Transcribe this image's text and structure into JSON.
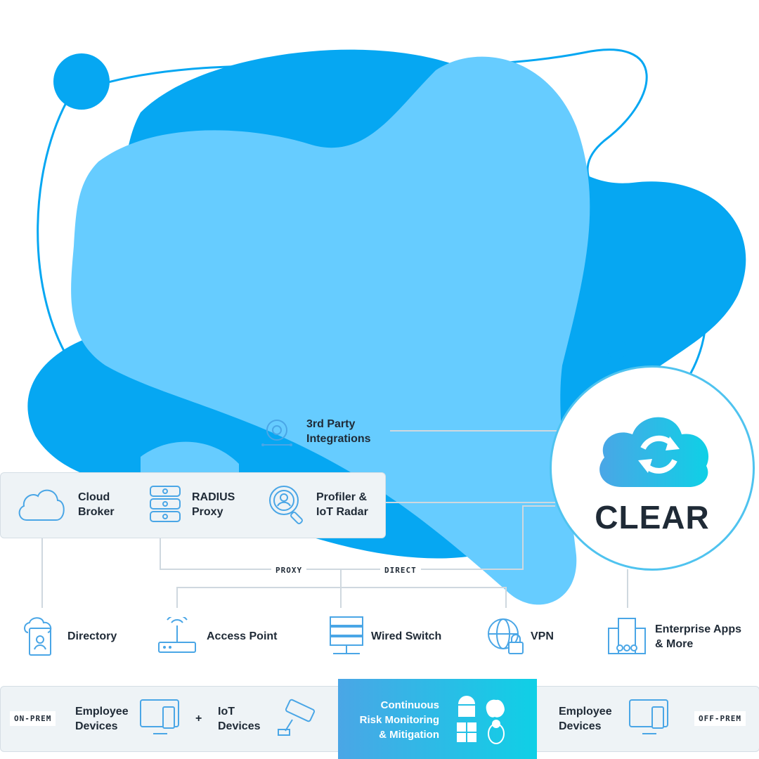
{
  "brand": {
    "name": "CLEAR"
  },
  "integrations": {
    "label": "3rd Party\nIntegrations"
  },
  "top_row": [
    {
      "label": "Cloud\nBroker"
    },
    {
      "label": "RADIUS\nProxy"
    },
    {
      "label": "Profiler &\nIoT Radar"
    }
  ],
  "connectors": {
    "proxy": "PROXY",
    "direct": "DIRECT"
  },
  "services": [
    {
      "label": "Directory"
    },
    {
      "label": "Access Point"
    },
    {
      "label": "Wired Switch"
    },
    {
      "label": "VPN"
    },
    {
      "label": "Enterprise Apps\n& More"
    }
  ],
  "bottom": {
    "on_prem": "ON-PREM",
    "employee_devices_left": "Employee\nDevices",
    "plus": "+",
    "iot_devices": "IoT\nDevices",
    "continuous": "Continuous\nRisk Monitoring\n& Mitigation",
    "employee_devices_right": "Employee\nDevices",
    "off_prem": "OFF-PREM"
  },
  "colors": {
    "blob_dark": "#06a7f2",
    "blob_light": "#66ccff",
    "text_dark": "#1f2a36",
    "line": "#cfd8df",
    "accent_gradient_start": "#4aa6e6",
    "accent_gradient_end": "#0fd0e6"
  }
}
